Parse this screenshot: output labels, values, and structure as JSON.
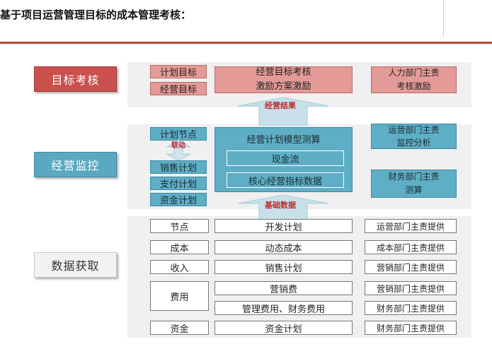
{
  "title": "基于项目运营管理目标的成本管理考核：",
  "levels": {
    "target": "目标考核",
    "monitor": "经营监控",
    "data": "数据获取"
  },
  "target_row": {
    "plan_goal": "计划目标",
    "op_goal": "经营目标",
    "center_line1": "经营目标考核",
    "center_line2": "激励方案激励",
    "right_line1": "人力部门主责",
    "right_line2": "考核激励"
  },
  "monitor_row": {
    "node_plan": "计划节点",
    "sales_plan": "销售计划",
    "pay_plan": "支付计划",
    "fund_plan": "资金计划",
    "link_label": "联动",
    "model_title": "经营计划模型测算",
    "cash_flow": "现金流",
    "core_data": "核心经营指标数据",
    "right_top_line1": "运营部门主责",
    "right_top_line2": "监控分析",
    "right_bottom_line1": "财务部门主责",
    "right_bottom_line2": "测算"
  },
  "arrows": {
    "result": "经营结果",
    "base_data": "基础数据"
  },
  "data_rows": [
    {
      "left": "节点",
      "center": "开发计划",
      "right": "运营部门主责提供"
    },
    {
      "left": "成本",
      "center": "动态成本",
      "right": "成本部门主责提供"
    },
    {
      "left": "收入",
      "center": "销售计划",
      "right": "营销部门主责提供"
    },
    {
      "left": "费用",
      "center": "营销费",
      "right": "营销部门主责提供"
    },
    {
      "left": "",
      "center": "管理费用、财务费用",
      "right": "财务部门主责提供"
    },
    {
      "left": "资金",
      "center": "资金计划",
      "right": "财务部门主责提供"
    }
  ],
  "colors": {
    "accent_red": "#b8433d",
    "target_red": "#c9504c",
    "pink": "#e49b98",
    "teal": "#5eaec5",
    "arrow_blue": "#c7e0ea",
    "arrow_text_red": "#c0282a"
  }
}
